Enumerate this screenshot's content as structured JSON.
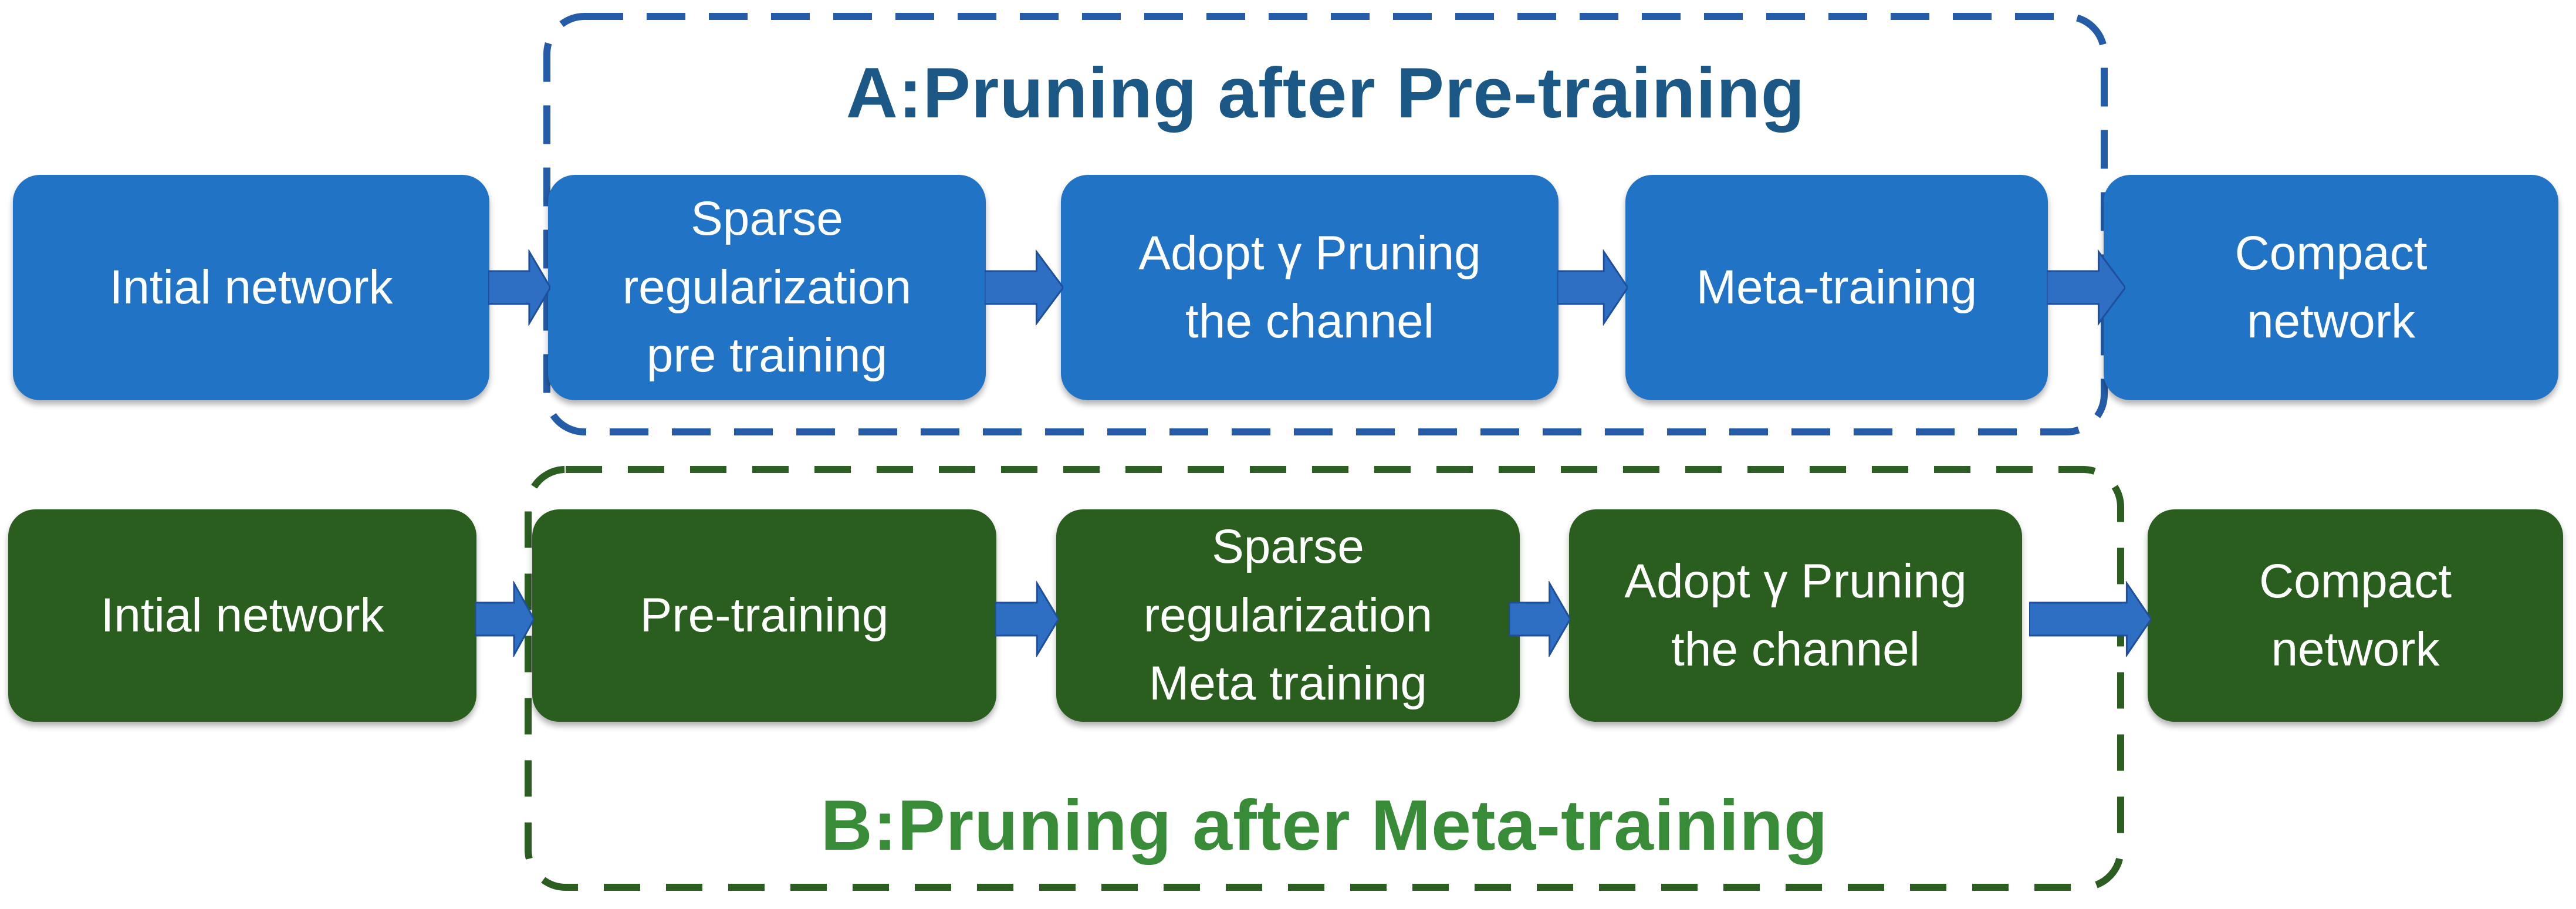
{
  "colors": {
    "background": "#FFFFFF",
    "blue_box": "#2173C6",
    "green_box": "#2A5E1F",
    "box_text": "#FFFFFF",
    "arrow_fill": "#2E6FC4",
    "arrow_edge": "#1E4F9C",
    "blue_dash": "#255CA7",
    "green_dash": "#2B5E20",
    "title_a": "#1B5886",
    "title_b": "#388C38"
  },
  "groups": {
    "a": {
      "title": "A:Pruning after Pre-training",
      "boxes": [
        {
          "label": "Intial network"
        },
        {
          "label": "Sparse\nregularization\npre training"
        },
        {
          "label": "Adopt γ Pruning\nthe channel"
        },
        {
          "label": "Meta-training"
        },
        {
          "label": "Compact\nnetwork"
        }
      ]
    },
    "b": {
      "title": "B:Pruning after Meta-training",
      "boxes": [
        {
          "label": "Intial network"
        },
        {
          "label": "Pre-training"
        },
        {
          "label": "Sparse\nregularization\nMeta training"
        },
        {
          "label": "Adopt γ Pruning\nthe channel"
        },
        {
          "label": "Compact\nnetwork"
        }
      ]
    }
  }
}
